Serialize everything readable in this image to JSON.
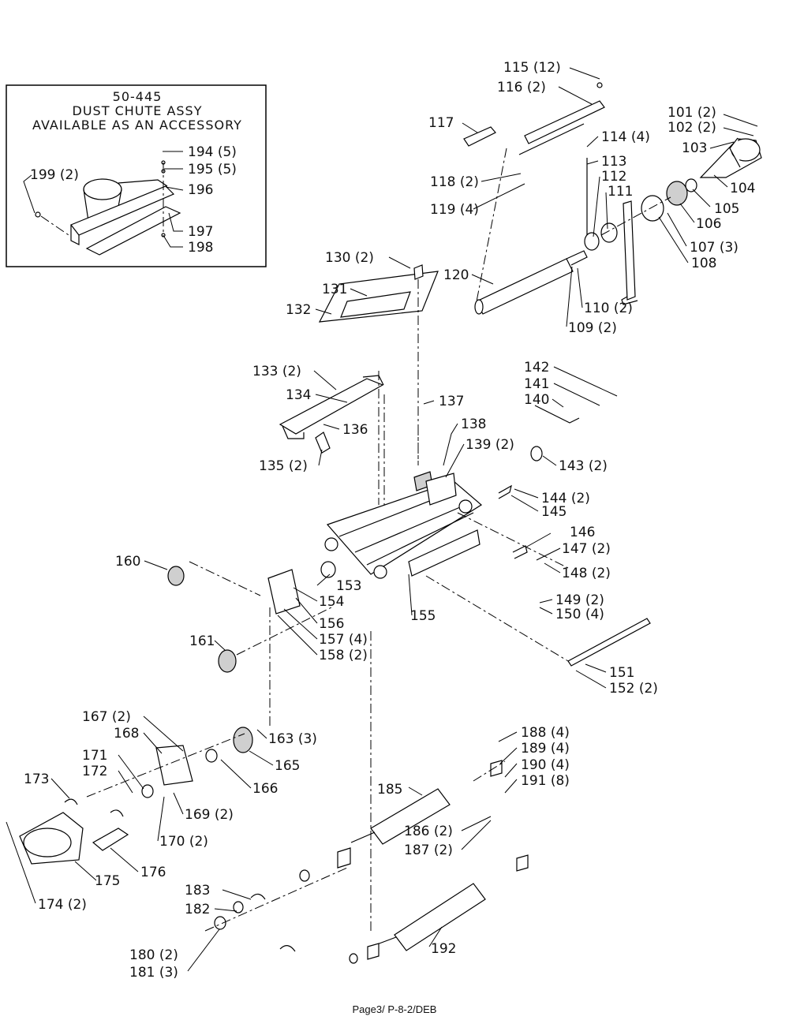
{
  "inset": {
    "title_lines": [
      "50-445",
      "DUST CHUTE ASSY",
      "AVAILABLE AS AN ACCESSORY"
    ]
  },
  "callouts": [
    {
      "id": "c199",
      "text": "199 (2)"
    },
    {
      "id": "c194",
      "text": "194 (5)"
    },
    {
      "id": "c195",
      "text": "195 (5)"
    },
    {
      "id": "c196",
      "text": "196"
    },
    {
      "id": "c197",
      "text": "197"
    },
    {
      "id": "c198",
      "text": "198"
    },
    {
      "id": "c115",
      "text": "115 (12)"
    },
    {
      "id": "c116",
      "text": "116 (2)"
    },
    {
      "id": "c117",
      "text": "117"
    },
    {
      "id": "c114",
      "text": "114 (4)"
    },
    {
      "id": "c101",
      "text": "101 (2)"
    },
    {
      "id": "c102",
      "text": "102 (2)"
    },
    {
      "id": "c103",
      "text": "103"
    },
    {
      "id": "c104",
      "text": "104"
    },
    {
      "id": "c105",
      "text": "105"
    },
    {
      "id": "c106",
      "text": "106"
    },
    {
      "id": "c107",
      "text": "107 (3)"
    },
    {
      "id": "c108",
      "text": "108"
    },
    {
      "id": "c113",
      "text": "113"
    },
    {
      "id": "c112",
      "text": "112"
    },
    {
      "id": "c111",
      "text": "111"
    },
    {
      "id": "c118",
      "text": "118 (2)"
    },
    {
      "id": "c119",
      "text": "119 (4)"
    },
    {
      "id": "c120",
      "text": "120"
    },
    {
      "id": "c110",
      "text": "110 (2)"
    },
    {
      "id": "c109",
      "text": "109 (2)"
    },
    {
      "id": "c130",
      "text": "130 (2)"
    },
    {
      "id": "c131",
      "text": "131"
    },
    {
      "id": "c132",
      "text": "132"
    },
    {
      "id": "c133",
      "text": "133 (2)"
    },
    {
      "id": "c134",
      "text": "134"
    },
    {
      "id": "c136",
      "text": "136"
    },
    {
      "id": "c135",
      "text": "135 (2)"
    },
    {
      "id": "c137",
      "text": "137"
    },
    {
      "id": "c138",
      "text": "138"
    },
    {
      "id": "c139",
      "text": "139 (2)"
    },
    {
      "id": "c142",
      "text": "142"
    },
    {
      "id": "c141",
      "text": "141"
    },
    {
      "id": "c140",
      "text": "140"
    },
    {
      "id": "c143",
      "text": "143 (2)"
    },
    {
      "id": "c144",
      "text": "144 (2)"
    },
    {
      "id": "c145",
      "text": "145"
    },
    {
      "id": "c146",
      "text": "146"
    },
    {
      "id": "c147",
      "text": "147 (2)"
    },
    {
      "id": "c148",
      "text": "148 (2)"
    },
    {
      "id": "c149",
      "text": "149 (2)"
    },
    {
      "id": "c150",
      "text": "150 (4)"
    },
    {
      "id": "c151",
      "text": "151"
    },
    {
      "id": "c152",
      "text": "152 (2)"
    },
    {
      "id": "c155",
      "text": "155"
    },
    {
      "id": "c160",
      "text": "160"
    },
    {
      "id": "c153",
      "text": "153"
    },
    {
      "id": "c154",
      "text": "154"
    },
    {
      "id": "c156",
      "text": "156"
    },
    {
      "id": "c157",
      "text": "157 (4)"
    },
    {
      "id": "c158",
      "text": "158 (2)"
    },
    {
      "id": "c161",
      "text": "161"
    },
    {
      "id": "c167",
      "text": "167 (2)"
    },
    {
      "id": "c168",
      "text": "168"
    },
    {
      "id": "c163",
      "text": "163 (3)"
    },
    {
      "id": "c165",
      "text": "165"
    },
    {
      "id": "c166",
      "text": "166"
    },
    {
      "id": "c171",
      "text": "171"
    },
    {
      "id": "c172",
      "text": "172"
    },
    {
      "id": "c173",
      "text": "173"
    },
    {
      "id": "c169",
      "text": "169 (2)"
    },
    {
      "id": "c170",
      "text": "170 (2)"
    },
    {
      "id": "c175",
      "text": "175"
    },
    {
      "id": "c176",
      "text": "176"
    },
    {
      "id": "c174",
      "text": "174 (2)"
    },
    {
      "id": "c188",
      "text": "188 (4)"
    },
    {
      "id": "c189",
      "text": "189 (4)"
    },
    {
      "id": "c190",
      "text": "190 (4)"
    },
    {
      "id": "c191",
      "text": "191 (8)"
    },
    {
      "id": "c185",
      "text": "185"
    },
    {
      "id": "c186",
      "text": "186 (2)"
    },
    {
      "id": "c187",
      "text": "187 (2)"
    },
    {
      "id": "c183",
      "text": "183"
    },
    {
      "id": "c182",
      "text": "182"
    },
    {
      "id": "c180",
      "text": "180 (2)"
    },
    {
      "id": "c181",
      "text": "181 (3)"
    },
    {
      "id": "c192",
      "text": "192"
    }
  ],
  "footer": "Page3/ P-8-2/DEB"
}
